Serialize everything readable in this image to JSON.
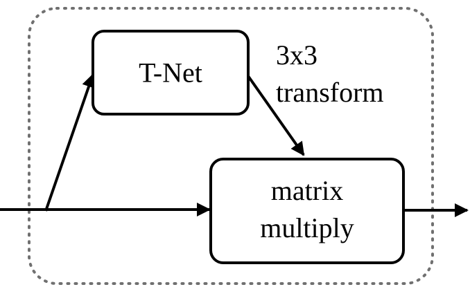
{
  "nodes": {
    "tnet": {
      "label": "T-Net"
    },
    "matmul": {
      "lines": [
        "matrix",
        "multiply"
      ]
    }
  },
  "edge_labels": {
    "transform": {
      "lines": [
        "3x3",
        "transform"
      ]
    }
  },
  "colors": {
    "stroke": "#000000",
    "dotted_border": "#808080",
    "background": "#ffffff"
  }
}
